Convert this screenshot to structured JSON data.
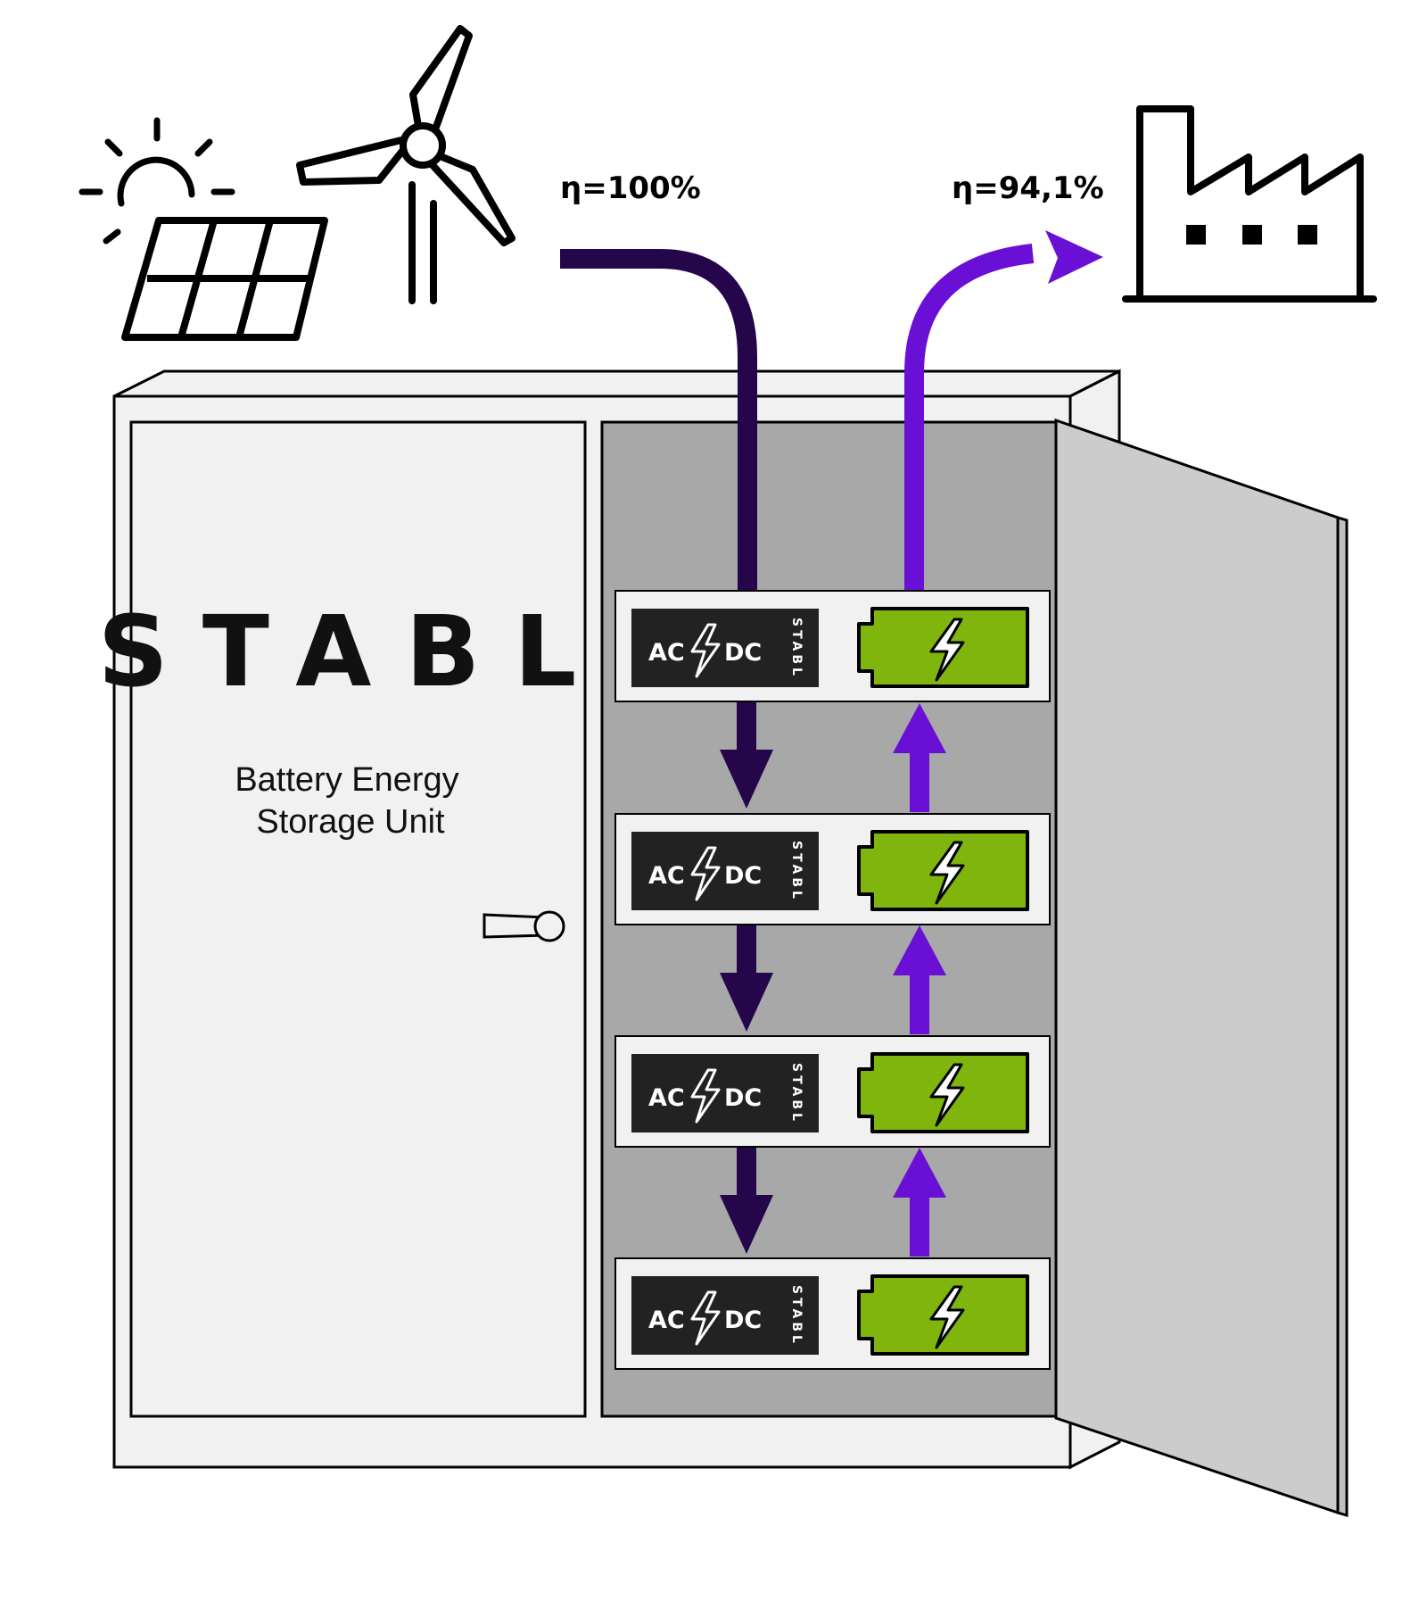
{
  "efficiency_in": "η=100%",
  "efficiency_out": "η=94,1%",
  "cabinet": {
    "brand": "STABL",
    "subtitle_line1": "Battery Energy",
    "subtitle_line2": "Storage Unit"
  },
  "module": {
    "ac_label": "AC",
    "dc_label": "DC",
    "brand_vertical": "STABL",
    "count": 4
  },
  "colors": {
    "inflow": "#25064a",
    "outflow": "#6a0fd6",
    "battery": "#7fb50c",
    "rack": "#a8a8a8",
    "door": "#cccccc",
    "cabinet": "#f1f1f1",
    "inverter": "#222222"
  },
  "icons": [
    "sun-icon",
    "solar-panel-icon",
    "wind-turbine-icon",
    "factory-icon"
  ]
}
